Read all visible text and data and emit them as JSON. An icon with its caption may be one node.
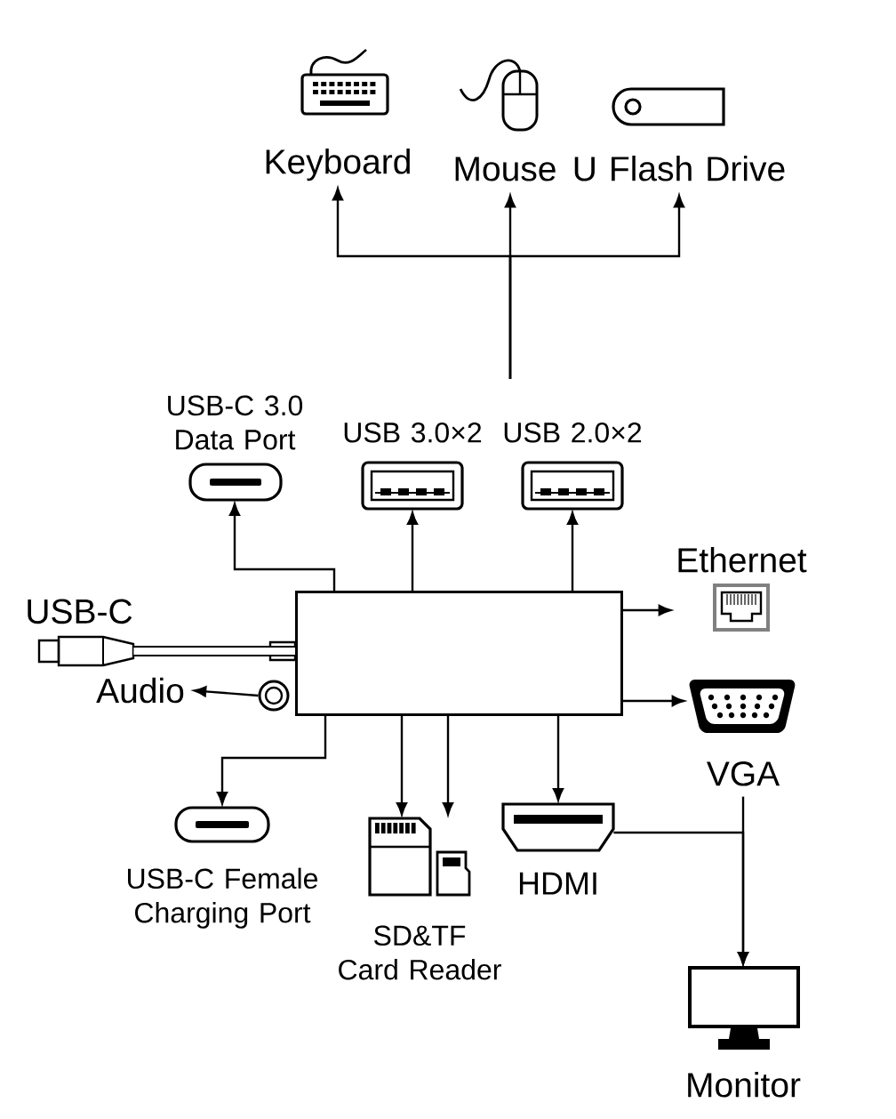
{
  "diagram": {
    "nodes": [
      {
        "text": [
          "Keyboard"
        ]
      },
      {
        "text": [
          "Mouse"
        ]
      },
      {
        "text": [
          "U Flash Drive"
        ]
      },
      {
        "text": [
          "USB-C 3.0 Data Port"
        ]
      },
      {
        "text": [
          "USB 3.0×2"
        ]
      },
      {
        "text": [
          "USB 2.0×2"
        ]
      },
      {
        "text": [
          "Ethernet"
        ]
      },
      {
        "text": [
          "USB-C"
        ]
      },
      {
        "text": [],
        "shape": "box"
      },
      {
        "text": [],
        "shape": "circle"
      },
      {
        "text": [
          "Audio"
        ]
      },
      {
        "text": [
          "VGA"
        ]
      },
      {
        "text": [
          "USB-C Female Charging Port"
        ]
      },
      {
        "text": [
          "SD&TF Card Reader"
        ]
      },
      {
        "text": [
          "HDMI"
        ]
      },
      {
        "text": [
          "Monitor"
        ]
      }
    ],
    "edges": [
      {
        "from": null,
        "to": 0,
        "arrow": "to"
      },
      {
        "from": null,
        "to": 1,
        "arrow": "to"
      },
      {
        "from": null,
        "to": 2,
        "arrow": "to"
      },
      {
        "from": 8,
        "to": 3,
        "arrow": "to"
      },
      {
        "from": 8,
        "to": 4,
        "arrow": "to"
      },
      {
        "from": 8,
        "to": 5,
        "arrow": "to"
      },
      {
        "from": 8,
        "to": 6,
        "arrow": "to"
      },
      {
        "from": 7,
        "to": 8,
        "arrow": "none",
        "style": "thick"
      },
      {
        "from": 9,
        "to": 10,
        "arrow": "to"
      },
      {
        "from": 8,
        "to": 11,
        "arrow": "to"
      },
      {
        "from": 8,
        "to": 12,
        "arrow": "to"
      },
      {
        "from": 8,
        "to": 13,
        "arrow": "to"
      },
      {
        "from": 8,
        "to": 13,
        "arrow": "to"
      },
      {
        "from": 8,
        "to": 14,
        "arrow": "to"
      },
      {
        "from": 11,
        "to": 15,
        "arrow": "to"
      },
      {
        "from": 14,
        "to": 15,
        "arrow": "to"
      }
    ]
  }
}
